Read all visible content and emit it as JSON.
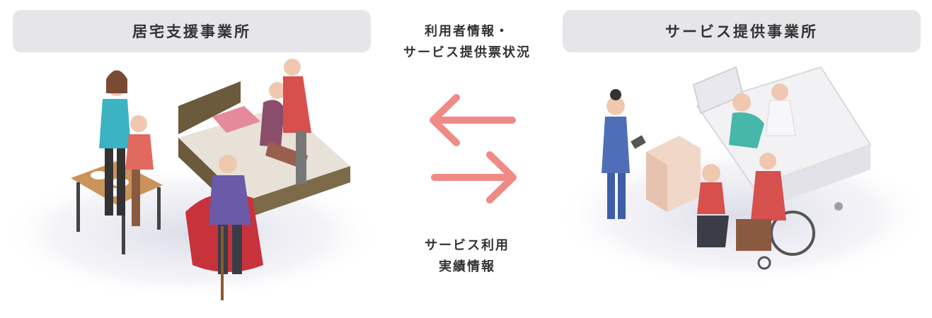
{
  "left_box": {
    "title": "居宅支援事業所"
  },
  "right_box": {
    "title": "サービス提供事業所"
  },
  "top_flow": {
    "line1": "利用者情報・",
    "line2": "サービス提供票状況"
  },
  "bottom_flow": {
    "line1": "サービス利用",
    "line2": "実績情報"
  },
  "colors": {
    "arrow": "#f08a86",
    "pill": "#e6e5e8",
    "text": "#333333"
  },
  "icons": [
    "arrow-left-icon",
    "arrow-right-icon",
    "home-care-illustration",
    "care-facility-illustration"
  ]
}
